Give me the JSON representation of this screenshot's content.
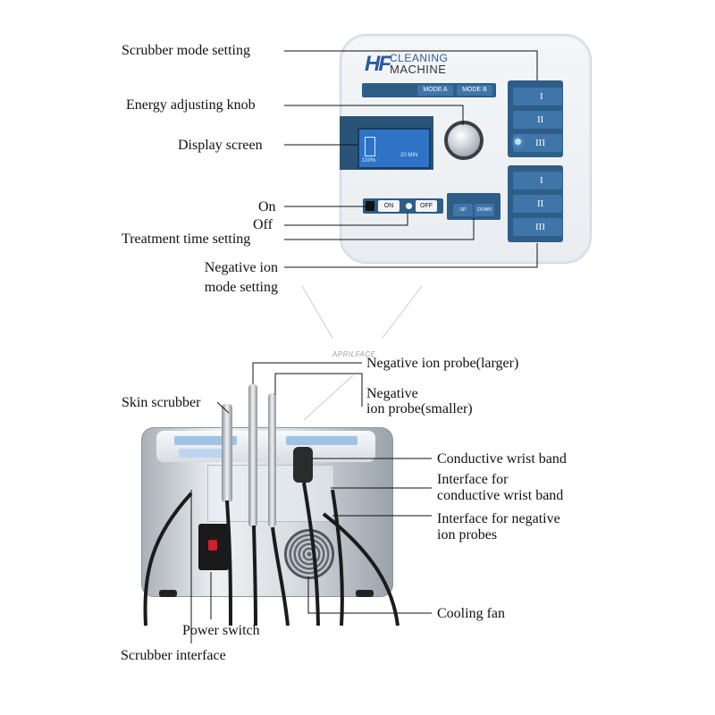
{
  "panel": {
    "brand_logo": "HF",
    "brand_line1": "CLEANING",
    "brand_line2": "MACHINE",
    "mode_a": "MODE A",
    "mode_b": "MODE B",
    "display_line1": "100%",
    "display_line2": "20 MIN",
    "btn_on": "ON",
    "btn_off": "OFF",
    "btn_up": "UP",
    "btn_down": "DOWN",
    "scrubber_levels": [
      "I",
      "II",
      "III"
    ],
    "frequency_levels": [
      "I",
      "II",
      "III"
    ]
  },
  "labels": {
    "scrubber_mode": "Scrubber mode setting",
    "energy_knob": "Energy adjusting knob",
    "display_screen": "Display screen",
    "on": "On",
    "off": "Off",
    "treatment_time": "Treatment time setting",
    "negative_ion_mode_line1": "Negative ion",
    "negative_ion_mode_line2": "mode setting",
    "probe_larger": "Negative ion probe(larger)",
    "probe_smaller_line1": "Negative",
    "probe_smaller_line2": "ion probe(smaller)",
    "skin_scrubber": "Skin scrubber",
    "wrist_band": "Conductive wrist band",
    "wrist_interface_line1": "Interface for",
    "wrist_interface_line2": "conductive wrist band",
    "ion_interface_line1": "Interface for negative",
    "ion_interface_line2": "ion probes",
    "cooling_fan": "Cooling fan",
    "power_switch": "Power switch",
    "scrubber_interface": "Scrubber interface"
  },
  "watermark": "APRILFACE",
  "colors": {
    "panel_blue": "#2e5d88",
    "button_blue": "#3f75a8",
    "screen_blue": "#2e73c6",
    "brand_blue": "#2a5aa0",
    "power_red": "#d0202a"
  }
}
